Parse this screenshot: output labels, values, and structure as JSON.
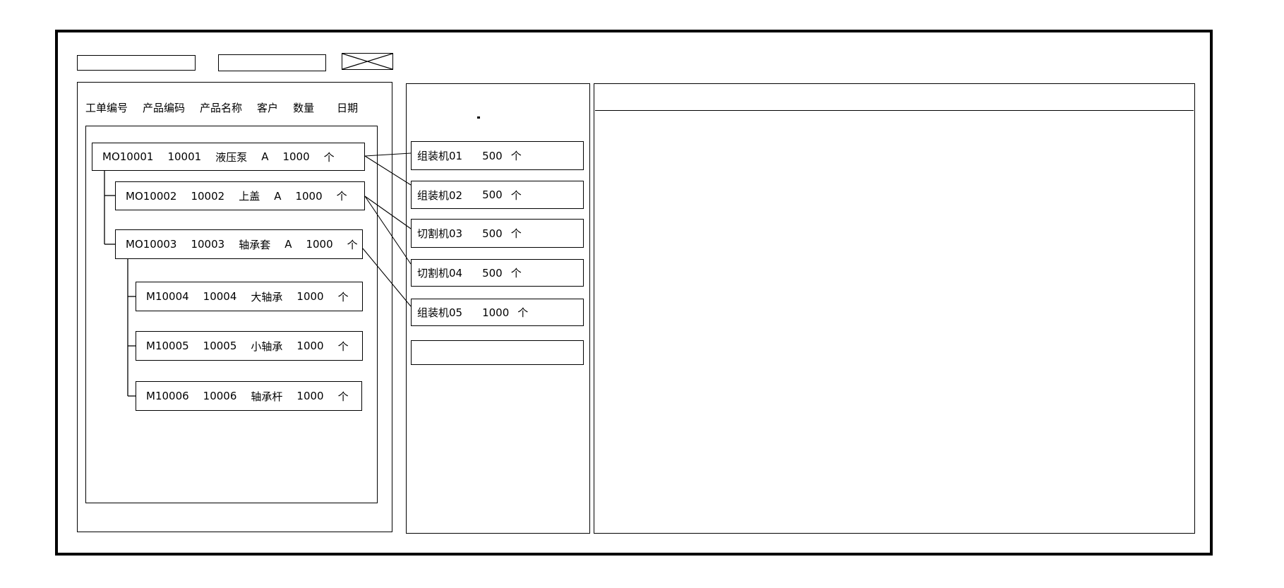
{
  "colors": {
    "line": "#000000",
    "background": "#ffffff"
  },
  "left_panel": {
    "columns": [
      "工单编号",
      "产品编码",
      "产品名称",
      "客户",
      "数量",
      "日期"
    ],
    "orders": [
      {
        "id": "MO10001",
        "code": "10001",
        "name": "液压泵",
        "customer": "A",
        "qty": "1000",
        "unit": "个"
      },
      {
        "id": "MO10002",
        "code": "10002",
        "name": "上盖",
        "customer": "A",
        "qty": "1000",
        "unit": "个"
      },
      {
        "id": "MO10003",
        "code": "10003",
        "name": "轴承套",
        "customer": "A",
        "qty": "1000",
        "unit": "个"
      },
      {
        "id": "M10004",
        "code": "10004",
        "name": "大轴承",
        "qty": "1000",
        "unit": "个"
      },
      {
        "id": "M10005",
        "code": "10005",
        "name": "小轴承",
        "qty": "1000",
        "unit": "个"
      },
      {
        "id": "M10006",
        "code": "10006",
        "name": "轴承杆",
        "qty": "1000",
        "unit": "个"
      }
    ]
  },
  "machine_panel": {
    "dot": ".",
    "machines": [
      {
        "name": "组装机01",
        "qty": "500",
        "unit": "个"
      },
      {
        "name": "组装机02",
        "qty": "500",
        "unit": "个"
      },
      {
        "name": "切割机03",
        "qty": "500",
        "unit": "个"
      },
      {
        "name": "切割机04",
        "qty": "500",
        "unit": "个"
      },
      {
        "name": "组装机05",
        "qty": "1000",
        "unit": "个"
      }
    ]
  }
}
